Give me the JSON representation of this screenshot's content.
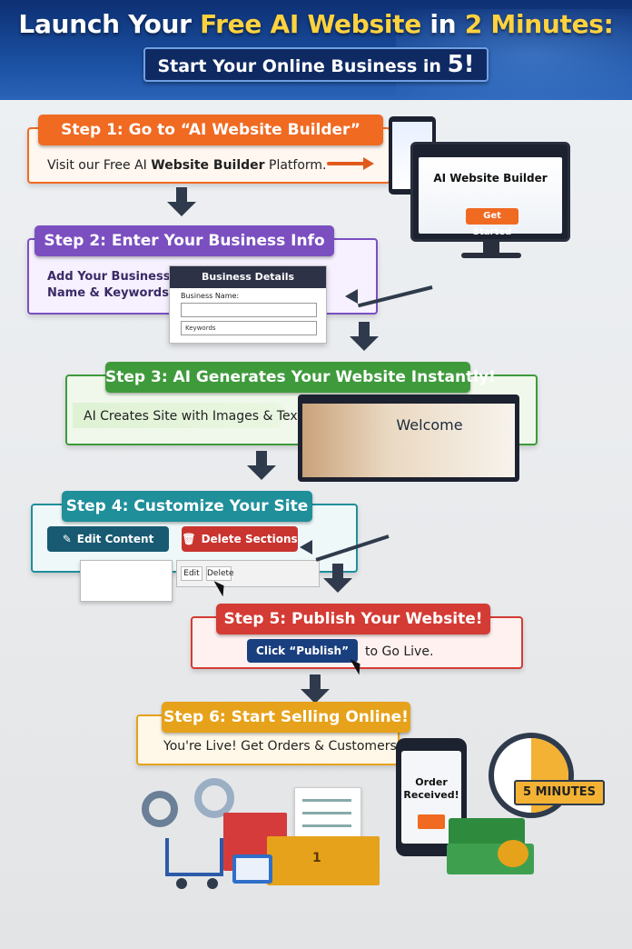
{
  "header": {
    "title_part1": "Launch Your ",
    "title_highlight": "Free AI Website",
    "title_part2": " in ",
    "title_highlight2": "2 Minutes:",
    "subtitle_main": "Start Your Online Business in ",
    "subtitle_number": "5!"
  },
  "steps": [
    {
      "title": "Step 1: Go to “AI Website Builder”",
      "body_pre": "Visit our Free AI ",
      "body_bold": "Website Builder",
      "body_post": " Platform.",
      "color": "#f06a22"
    },
    {
      "title": "Step 2: Enter Your Business Info",
      "body_line1": "Add Your Business",
      "body_line2": "Name & Keywords",
      "color": "#7b4fc0"
    },
    {
      "title": "Step 3: AI Generates Your Website Instantly!",
      "body": "AI Creates Site with Images & Text",
      "color": "#3f9a3c"
    },
    {
      "title": "Step 4: Customize Your Site",
      "edit_label": "Edit Content",
      "delete_label": "Delete Sections",
      "color": "#1f8f9a"
    },
    {
      "title": "Step 5: Publish Your Website!",
      "button_label": "Click “Publish”",
      "body": "to Go Live.",
      "color": "#d43b34"
    },
    {
      "title": "Step 6: Start Selling Online!",
      "body": "You're Live! Get Orders & Customers.",
      "color": "#e6a21a"
    }
  ],
  "step1_monitor": {
    "title": "AI Website Builder",
    "button": "Get Started"
  },
  "step2_form": {
    "heading": "Business Details",
    "name_label": "Business Name:",
    "keywords_placeholder": "Keywords"
  },
  "step3_site": {
    "heading": "Welcome"
  },
  "step4_editor": {
    "edit_tab": "Edit",
    "delete_tab": "Delete"
  },
  "step6": {
    "order_text_line1": "Order",
    "order_text_line2": "Received!",
    "timer_label": "5 MINUTES",
    "box_number": "1"
  }
}
